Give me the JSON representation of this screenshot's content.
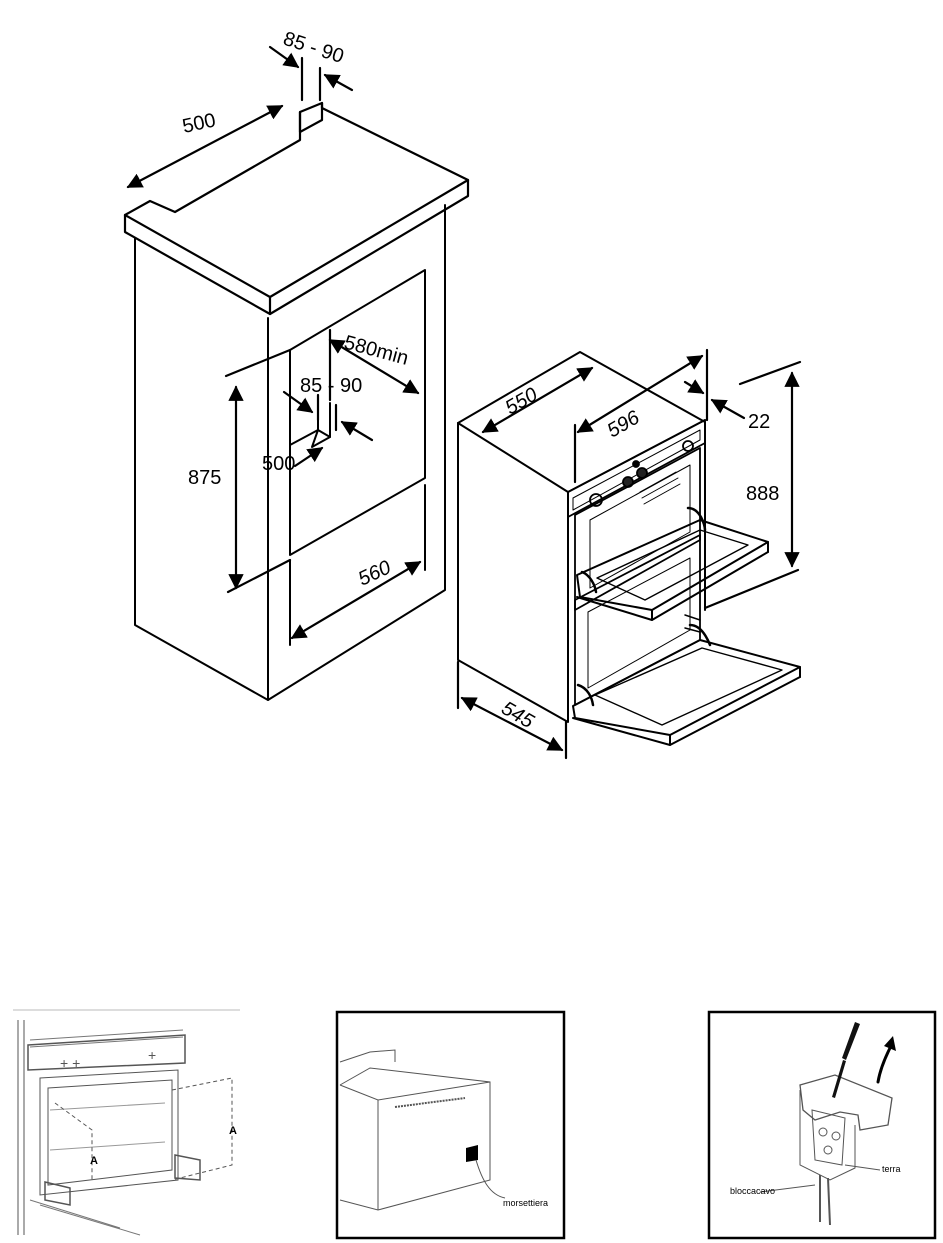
{
  "cabinet": {
    "dim_recess": "85 - 90",
    "dim_depth_top": "500",
    "dim_width_min": "580min",
    "dim_recess_inner": "85 - 90",
    "dim_depth_inner": "500",
    "dim_height": "875",
    "dim_width": "560"
  },
  "oven": {
    "dim_depth": "550",
    "dim_width": "596",
    "dim_offset": "22",
    "dim_height": "888",
    "dim_bottom_depth": "545"
  },
  "panel_mounting": {
    "label_a_right": "A",
    "label_a_left": "A"
  },
  "panel_terminal": {
    "label_terminal": "morsettiera"
  },
  "panel_wiring": {
    "label_clamp": "bloccacavo",
    "label_earth": "terra"
  }
}
